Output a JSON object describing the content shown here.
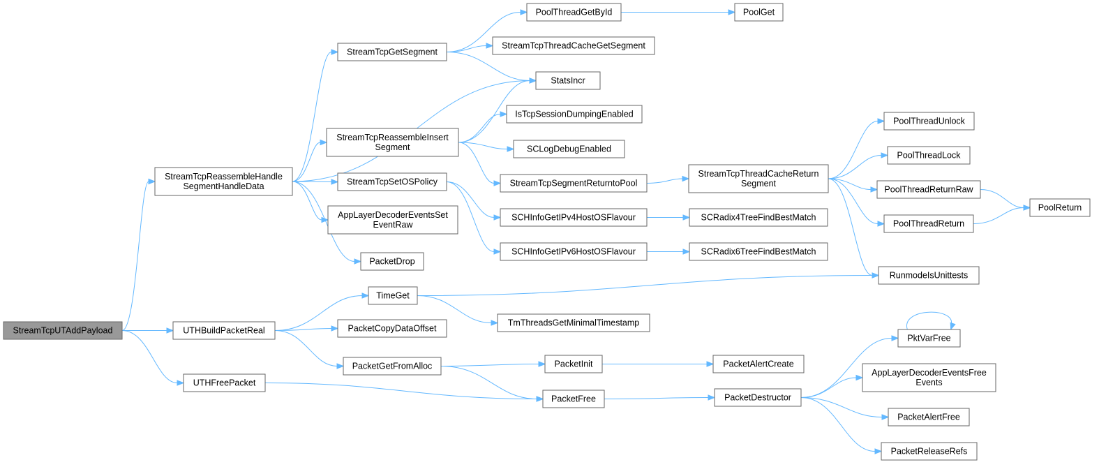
{
  "graph": {
    "root": "StreamTcpUTAddPayload",
    "nodes": [
      {
        "id": "root",
        "lines": [
          "StreamTcpUTAddPayload"
        ]
      },
      {
        "id": "handle",
        "lines": [
          "StreamTcpReassembleHandle",
          "SegmentHandleData"
        ]
      },
      {
        "id": "uthbuild",
        "lines": [
          "UTHBuildPacketReal"
        ]
      },
      {
        "id": "uthfree",
        "lines": [
          "UTHFreePacket"
        ]
      },
      {
        "id": "getseg",
        "lines": [
          "StreamTcpGetSegment"
        ]
      },
      {
        "id": "insert",
        "lines": [
          "StreamTcpReassembleInsert",
          "Segment"
        ]
      },
      {
        "id": "setos",
        "lines": [
          "StreamTcpSetOSPolicy"
        ]
      },
      {
        "id": "applayerset",
        "lines": [
          "AppLayerDecoderEventsSet",
          "EventRaw"
        ]
      },
      {
        "id": "pdrop",
        "lines": [
          "PacketDrop"
        ]
      },
      {
        "id": "timeget",
        "lines": [
          "TimeGet"
        ]
      },
      {
        "id": "copydata",
        "lines": [
          "PacketCopyDataOffset"
        ]
      },
      {
        "id": "getalloc",
        "lines": [
          "PacketGetFromAlloc"
        ]
      },
      {
        "id": "poolbyid",
        "lines": [
          "PoolThreadGetById"
        ]
      },
      {
        "id": "cacheget",
        "lines": [
          "StreamTcpThreadCacheGetSegment"
        ]
      },
      {
        "id": "statsincr",
        "lines": [
          "StatsIncr"
        ]
      },
      {
        "id": "istcpdump",
        "lines": [
          "IsTcpSessionDumpingEnabled"
        ]
      },
      {
        "id": "sclogdebug",
        "lines": [
          "SCLogDebugEnabled"
        ]
      },
      {
        "id": "segreturn",
        "lines": [
          "StreamTcpSegmentReturntoPool"
        ]
      },
      {
        "id": "ipv4flav",
        "lines": [
          "SCHInfoGetIPv4HostOSFlavour"
        ]
      },
      {
        "id": "ipv6flav",
        "lines": [
          "SCHInfoGetIPv6HostOSFlavour"
        ]
      },
      {
        "id": "tmthreads",
        "lines": [
          "TmThreadsGetMinimalTimestamp"
        ]
      },
      {
        "id": "pinit",
        "lines": [
          "PacketInit"
        ]
      },
      {
        "id": "pfree",
        "lines": [
          "PacketFree"
        ]
      },
      {
        "id": "poolget",
        "lines": [
          "PoolGet"
        ]
      },
      {
        "id": "cacheret",
        "lines": [
          "StreamTcpThreadCacheReturn",
          "Segment"
        ]
      },
      {
        "id": "radix4",
        "lines": [
          "SCRadix4TreeFindBestMatch"
        ]
      },
      {
        "id": "radix6",
        "lines": [
          "SCRadix6TreeFindBestMatch"
        ]
      },
      {
        "id": "alertcreate",
        "lines": [
          "PacketAlertCreate"
        ]
      },
      {
        "id": "pdestructor",
        "lines": [
          "PacketDestructor"
        ]
      },
      {
        "id": "unlock",
        "lines": [
          "PoolThreadUnlock"
        ]
      },
      {
        "id": "lock",
        "lines": [
          "PoolThreadLock"
        ]
      },
      {
        "id": "retraw",
        "lines": [
          "PoolThreadReturnRaw"
        ]
      },
      {
        "id": "pthreadret",
        "lines": [
          "PoolThreadReturn"
        ]
      },
      {
        "id": "runmode",
        "lines": [
          "RunmodeIsUnittests"
        ]
      },
      {
        "id": "pktvarfree",
        "lines": [
          "PktVarFree"
        ]
      },
      {
        "id": "applayerfree",
        "lines": [
          "AppLayerDecoderEventsFree",
          "Events"
        ]
      },
      {
        "id": "alertfree",
        "lines": [
          "PacketAlertFree"
        ]
      },
      {
        "id": "releaserefs",
        "lines": [
          "PacketReleaseRefs"
        ]
      },
      {
        "id": "poolreturn",
        "lines": [
          "PoolReturn"
        ]
      }
    ],
    "edges": [
      [
        "root",
        "handle"
      ],
      [
        "root",
        "uthbuild"
      ],
      [
        "root",
        "uthfree"
      ],
      [
        "handle",
        "getseg"
      ],
      [
        "handle",
        "statsincr"
      ],
      [
        "handle",
        "insert"
      ],
      [
        "handle",
        "setos"
      ],
      [
        "handle",
        "applayerset"
      ],
      [
        "handle",
        "pdrop"
      ],
      [
        "getseg",
        "poolbyid"
      ],
      [
        "getseg",
        "cacheget"
      ],
      [
        "getseg",
        "statsincr"
      ],
      [
        "poolbyid",
        "poolget"
      ],
      [
        "insert",
        "statsincr"
      ],
      [
        "insert",
        "istcpdump"
      ],
      [
        "insert",
        "sclogdebug"
      ],
      [
        "insert",
        "segreturn"
      ],
      [
        "setos",
        "ipv4flav"
      ],
      [
        "setos",
        "ipv6flav"
      ],
      [
        "segreturn",
        "cacheret"
      ],
      [
        "ipv4flav",
        "radix4"
      ],
      [
        "ipv6flav",
        "radix6"
      ],
      [
        "cacheret",
        "unlock"
      ],
      [
        "cacheret",
        "lock"
      ],
      [
        "cacheret",
        "retraw"
      ],
      [
        "cacheret",
        "pthreadret"
      ],
      [
        "cacheret",
        "runmode"
      ],
      [
        "retraw",
        "poolreturn"
      ],
      [
        "pthreadret",
        "poolreturn"
      ],
      [
        "uthbuild",
        "timeget"
      ],
      [
        "uthbuild",
        "copydata"
      ],
      [
        "uthbuild",
        "getalloc"
      ],
      [
        "timeget",
        "runmode"
      ],
      [
        "timeget",
        "tmthreads"
      ],
      [
        "getalloc",
        "pinit"
      ],
      [
        "getalloc",
        "pfree"
      ],
      [
        "pinit",
        "alertcreate"
      ],
      [
        "uthfree",
        "pfree"
      ],
      [
        "pfree",
        "pdestructor"
      ],
      [
        "pdestructor",
        "pktvarfree"
      ],
      [
        "pdestructor",
        "applayerfree"
      ],
      [
        "pdestructor",
        "alertfree"
      ],
      [
        "pdestructor",
        "releaserefs"
      ],
      [
        "pktvarfree",
        "pktvarfree"
      ]
    ]
  }
}
